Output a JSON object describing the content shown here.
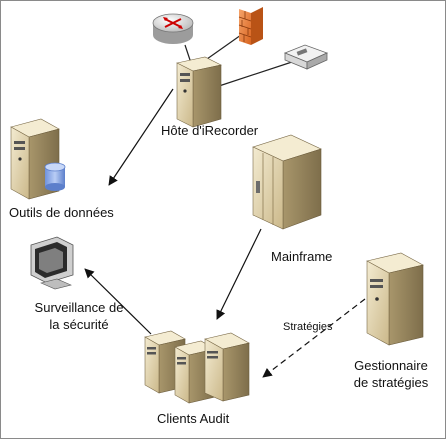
{
  "labels": {
    "irecorder_host": "Hôte d'iRecorder",
    "data_tools": "Outils de données",
    "mainframe": "Mainframe",
    "security_monitoring_line1": "Surveillance de",
    "security_monitoring_line2": "la sécurité",
    "policies": "Stratégies",
    "policy_manager_line1": "Gestionnaire",
    "policy_manager_line2": "de stratégies",
    "audit_clients": "Clients Audit"
  },
  "icons": {
    "router": "router-icon",
    "firewall": "firewall-icon",
    "switch": "network-device-icon",
    "server": "server-tower-icon",
    "database": "database-icon",
    "monitor": "monitor-icon",
    "mainframe": "mainframe-icon"
  },
  "colors": {
    "server_front": "#d9caa0",
    "server_side": "#a6946a",
    "server_top": "#eee4c6",
    "firewall": "#e8803a",
    "database": "#8aa8e6",
    "arrow": "#111111"
  }
}
